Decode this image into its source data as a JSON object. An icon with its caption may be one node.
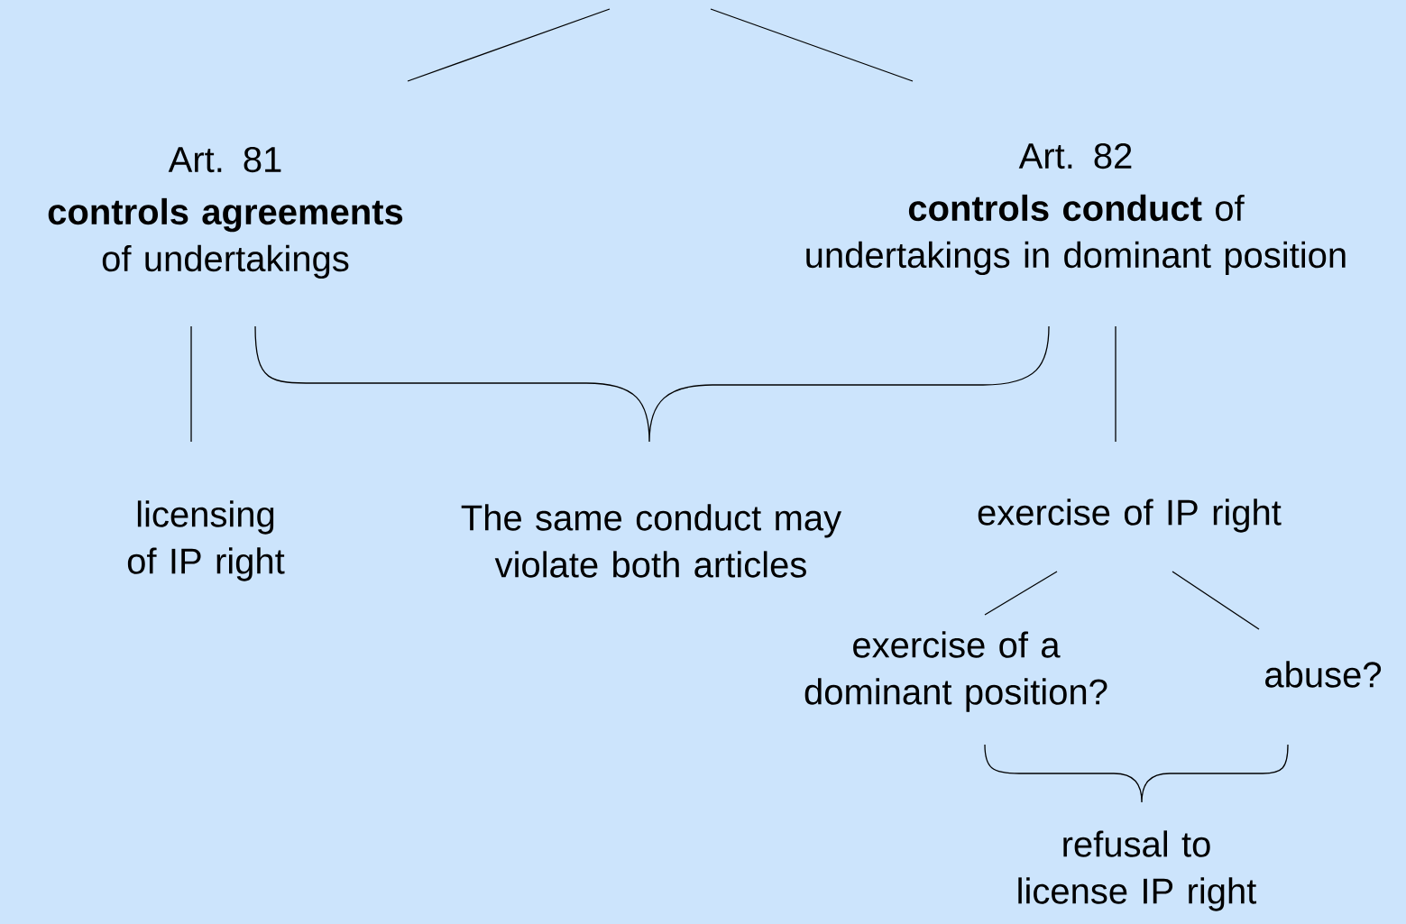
{
  "diagram": {
    "nodes": [
      {
        "text": [
          "Art. 81",
          "**controls agreements** of undertakings"
        ]
      },
      {
        "text": [
          "Art. 82",
          "**controls conduct** of undertakings in dominant position"
        ]
      },
      {
        "text": [
          "licensing of IP right"
        ]
      },
      {
        "text": [
          "The same conduct may violate both articles"
        ]
      },
      {
        "text": [
          "exercise of IP right"
        ]
      },
      {
        "text": [
          "exercise of a dominant position?"
        ]
      },
      {
        "text": [
          "abuse?"
        ]
      },
      {
        "text": [
          "refusal to license IP right"
        ]
      }
    ],
    "edges": [
      {
        "from": null,
        "to": 0,
        "arrow": "none"
      },
      {
        "from": null,
        "to": 1,
        "arrow": "none"
      },
      {
        "from": 0,
        "to": 2,
        "arrow": "none"
      },
      {
        "from": 1,
        "to": 4,
        "arrow": "none"
      },
      {
        "from": 4,
        "to": 5,
        "arrow": "none"
      },
      {
        "from": 4,
        "to": 6,
        "arrow": "none"
      }
    ]
  }
}
